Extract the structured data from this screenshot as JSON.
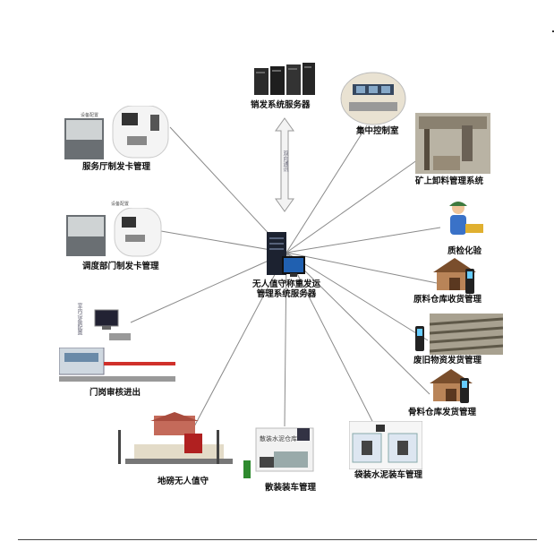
{
  "center": {
    "line1": "无人值守称重发运",
    "line2": "管理系统服务器"
  },
  "top_server": {
    "label": "销发系统服务器",
    "link_label": "双向通讯"
  },
  "nodes": [
    {
      "key": "control",
      "label": "集中控制室"
    },
    {
      "key": "unload",
      "label": "矿上卸料管理系统"
    },
    {
      "key": "qc",
      "label": "质检化验"
    },
    {
      "key": "raw",
      "label": "原料仓库收货管理"
    },
    {
      "key": "scrap",
      "label": "废旧物资发货管理"
    },
    {
      "key": "bone",
      "label": "骨料仓库发货管理"
    },
    {
      "key": "bag",
      "label": "袋装水泥装车管理"
    },
    {
      "key": "bulk",
      "label": "散装装车管理"
    },
    {
      "key": "scale",
      "label": "地磅无人值守"
    },
    {
      "key": "gate",
      "label": "门岗审核进出"
    },
    {
      "key": "dispatch",
      "label": "调度部门制发卡管理"
    },
    {
      "key": "hall",
      "label": "服务厅制发卡管理"
    }
  ],
  "annotations": {
    "device_config_1": "设备配置",
    "device_config_2": "设备配置",
    "gate_vertical": "室内设备配置",
    "bulk_sign": "散装水泥仓库"
  }
}
